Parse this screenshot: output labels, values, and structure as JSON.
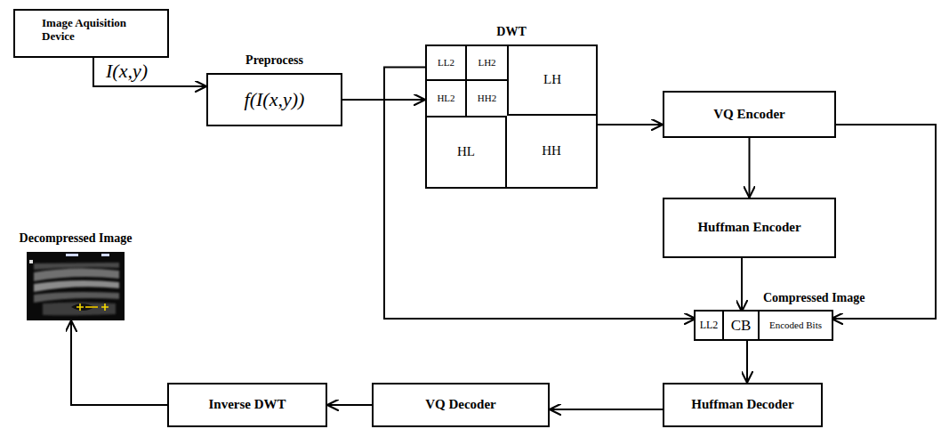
{
  "diagram": {
    "nodes": [
      {
        "text": [
          "Image Aquisition Device"
        ]
      },
      {
        "text": [
          "Preprocess",
          "f(I(x,y))"
        ]
      },
      {
        "text": [
          "DWT"
        ]
      },
      {
        "text": [
          "LL2"
        ],
        "in": 2
      },
      {
        "text": [
          "LH2"
        ],
        "in": 2
      },
      {
        "text": [
          "HL2"
        ],
        "in": 2
      },
      {
        "text": [
          "HH2"
        ],
        "in": 2
      },
      {
        "text": [
          "LH"
        ],
        "in": 2
      },
      {
        "text": [
          "HL"
        ],
        "in": 2
      },
      {
        "text": [
          "HH"
        ],
        "in": 2
      },
      {
        "text": [
          "VQ Encoder"
        ]
      },
      {
        "text": [
          "Huffman Encoder"
        ]
      },
      {
        "text": [
          "Compressed Image"
        ]
      },
      {
        "text": [
          "LL2"
        ],
        "in": 12
      },
      {
        "text": [
          "CB"
        ],
        "in": 12
      },
      {
        "text": [
          "Encoded Bits"
        ],
        "in": 12
      },
      {
        "text": [
          "Decompressed Image"
        ]
      },
      {
        "text": [
          "Inverse DWT"
        ]
      },
      {
        "text": [
          "VQ Decoder"
        ]
      },
      {
        "text": [
          "Huffman Decoder"
        ]
      }
    ],
    "edges": [
      {
        "from": 0,
        "to": 1,
        "label": "I(x,y)",
        "arrow": "to"
      },
      {
        "from": 1,
        "to": 2,
        "arrow": "to"
      },
      {
        "from": 3,
        "to": 13,
        "arrow": "to"
      },
      {
        "from": 2,
        "to": 10,
        "arrow": "to"
      },
      {
        "from": 10,
        "to": 11,
        "arrow": "to"
      },
      {
        "from": 10,
        "to": 15,
        "arrow": "to"
      },
      {
        "from": 11,
        "to": 14,
        "arrow": "to"
      },
      {
        "from": 12,
        "to": 19,
        "arrow": "to"
      },
      {
        "from": 19,
        "to": 18,
        "arrow": "to"
      },
      {
        "from": 18,
        "to": 17,
        "arrow": "to"
      },
      {
        "from": 17,
        "to": 16,
        "arrow": "to"
      }
    ]
  }
}
